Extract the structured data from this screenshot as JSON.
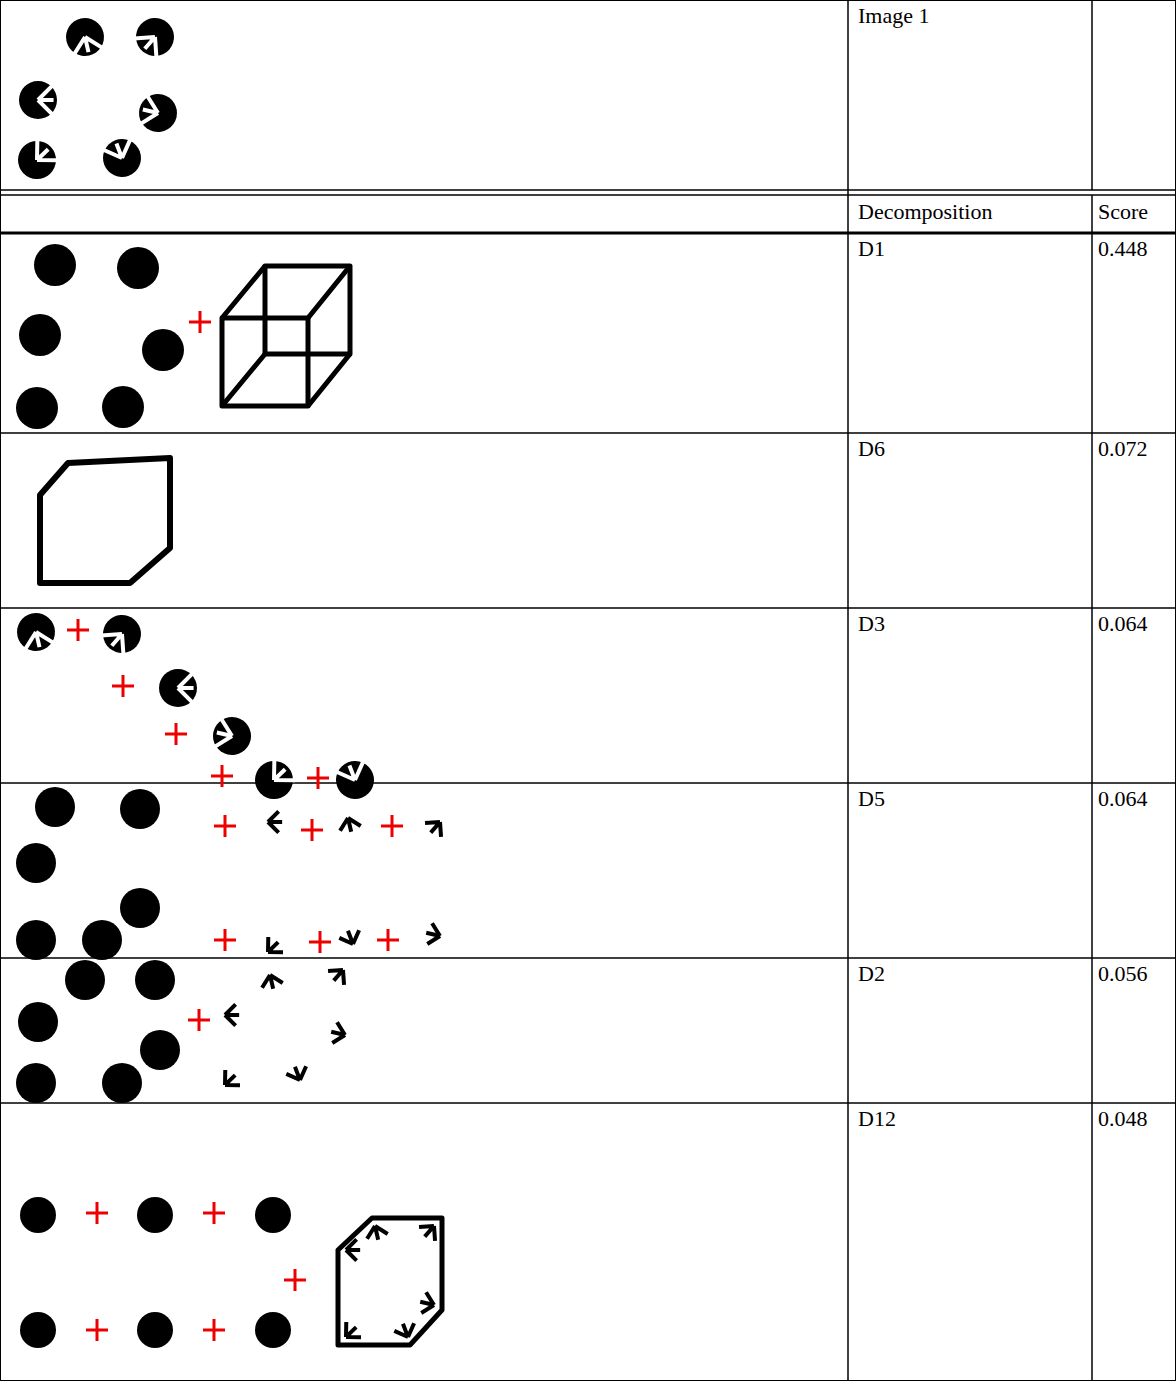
{
  "diagram": {
    "labels": [
      "Image 1",
      "Decomposition",
      "Score",
      "D1",
      "0.448",
      "D6",
      "0.072",
      "D3",
      "0.064",
      "D5",
      "0.064",
      "D2",
      "0.056",
      "D12",
      "0.048"
    ]
  }
}
